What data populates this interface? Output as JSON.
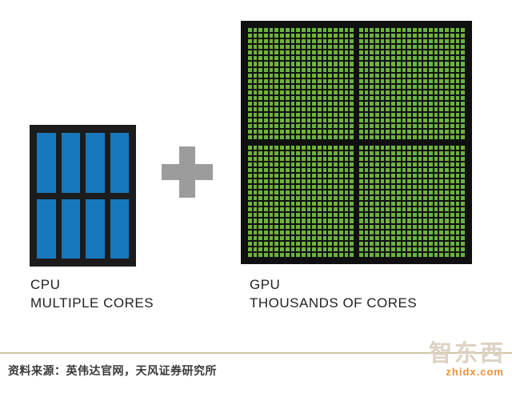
{
  "figure": {
    "cpu": {
      "label": "CPU",
      "sublabel": "MULTIPLE CORES",
      "core_rows": 2,
      "core_cols": 4,
      "core_count": 8,
      "chip_color": "#1c1c1c",
      "core_color": "#1878be"
    },
    "plus_symbol": "+",
    "plus_color": "#9c9c9c",
    "gpu": {
      "label": "GPU",
      "sublabel": "THOUSANDS OF CORES",
      "quadrant_grid_rows": 2,
      "quadrant_grid_cols": 2,
      "cores_per_quadrant_rows": 20,
      "cores_per_quadrant_cols": 20,
      "chip_color": "#101010",
      "core_color": "#6cb33f"
    }
  },
  "footer": {
    "source": "资料来源：英伟达官网，天风证券研究所",
    "divider_color": "#d2c5a3",
    "watermark": {
      "title": "智东西",
      "domain": "zhidx.com",
      "title_color": "#ddd2c4",
      "domain_color": "#f0913c"
    }
  }
}
